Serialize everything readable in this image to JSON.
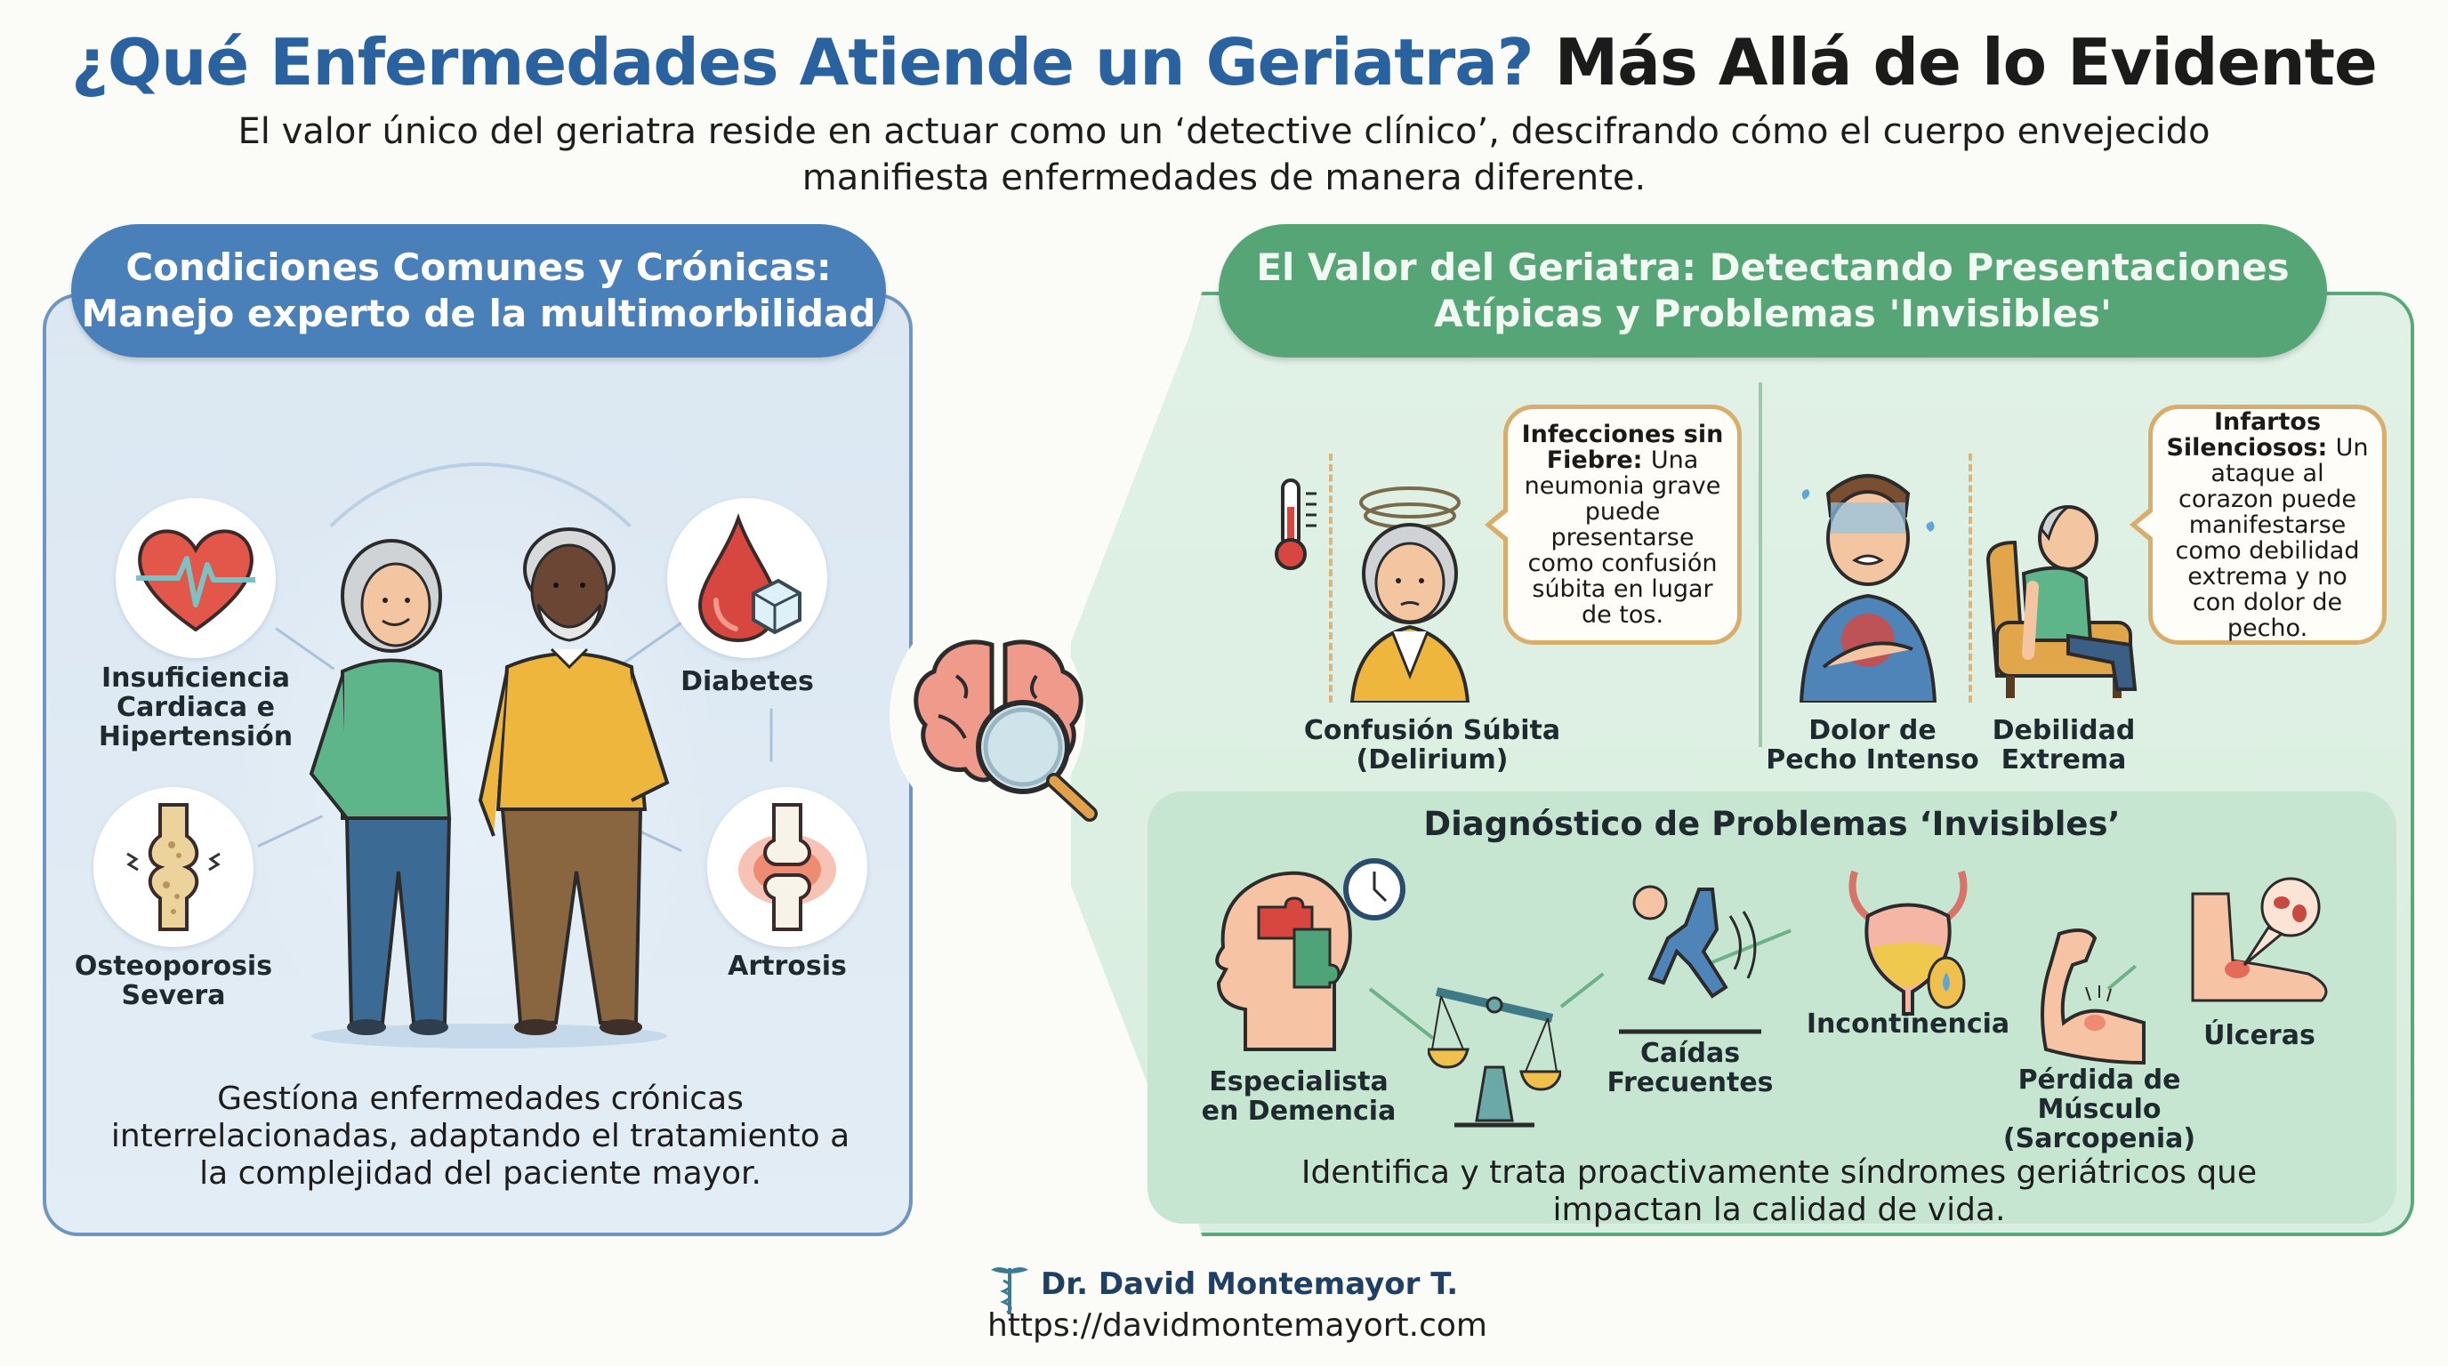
{
  "header": {
    "title_part1": "¿Qué Enfermedades Atiende un Geriatra?",
    "title_part2": "Más Allá de lo Evidente",
    "subtitle": "El valor único del geriatra reside en actuar como un ‘detective clínico’, descifrando cómo el cuerpo envejecido manifiesta enfermedades de manera diferente."
  },
  "left_panel": {
    "title": "Condiciones Comunes y Crónicas: Manejo experto de la multimorbilidad",
    "conditions": [
      {
        "label": "Insuficiencia Cardiaca e Hipertensión",
        "icon": "heart-ecg-icon"
      },
      {
        "label": "Diabetes",
        "icon": "blood-drop-sugar-cube-icon"
      },
      {
        "label": "Osteoporosis Severa",
        "icon": "porous-bone-icon"
      },
      {
        "label": "Artrosis",
        "icon": "inflamed-joint-icon"
      }
    ],
    "illustration": "elderly-couple-illustration",
    "description": "Gestíona enfermedades crónicas interrelacionadas, adaptando el tratamiento a la complejidad del paciente mayor."
  },
  "center": {
    "icon": "brain-magnifier-icon"
  },
  "right_panel": {
    "title": "El Valor del Geriatra: Detectando Presentaciones Atípicas y Problemas 'Invisibles'",
    "atypical": [
      {
        "bubble_bold": "Infecciones sin Fiebre:",
        "bubble_text": "Una neumonia grave puede presentarse como confusión súbita en lugar de tos.",
        "figure_label": "Confusión Súbita (Delirium)",
        "icons": [
          "thermometer-icon",
          "confused-elderly-woman-icon"
        ]
      },
      {
        "bubble_bold": "Infartos Silenciosos:",
        "bubble_text": "Un ataque al corazon puede manifestarse como debilidad extrema y no con dolor de pecho.",
        "figure_labels": [
          "Dolor de Pecho Intenso",
          "Debilidad Extrema"
        ],
        "icons": [
          "chest-pain-man-icon",
          "weak-elderly-man-armchair-icon"
        ]
      }
    ],
    "invisible": {
      "title": "Diagnóstico de Problemas ‘Invisibles’",
      "items": [
        {
          "label": "Especialista en Demencia",
          "icon": "head-puzzle-clock-icon"
        },
        {
          "label": "",
          "icon": "balance-scale-icon"
        },
        {
          "label": "Caídas Frecuentes",
          "icon": "falling-person-icon"
        },
        {
          "label": "Incontinencia",
          "icon": "bladder-icon"
        },
        {
          "label": "Pérdida de Músculo (Sarcopenia)",
          "icon": "weak-arm-muscle-icon"
        },
        {
          "label": "Úlceras",
          "icon": "foot-ulcer-icon"
        }
      ],
      "description": "Identifica y trata proactivamente síndromes geriátricos que impactan la calidad de vida."
    }
  },
  "footer": {
    "name": "Dr. David Montemayor T.",
    "url": "https://davidmontemayort.com",
    "icon": "caduceus-icon"
  },
  "colors": {
    "title_blue": "#2a62a0",
    "left_header": "#4a80b9",
    "right_header": "#55a577",
    "bubble_border": "#d9ae6c"
  }
}
